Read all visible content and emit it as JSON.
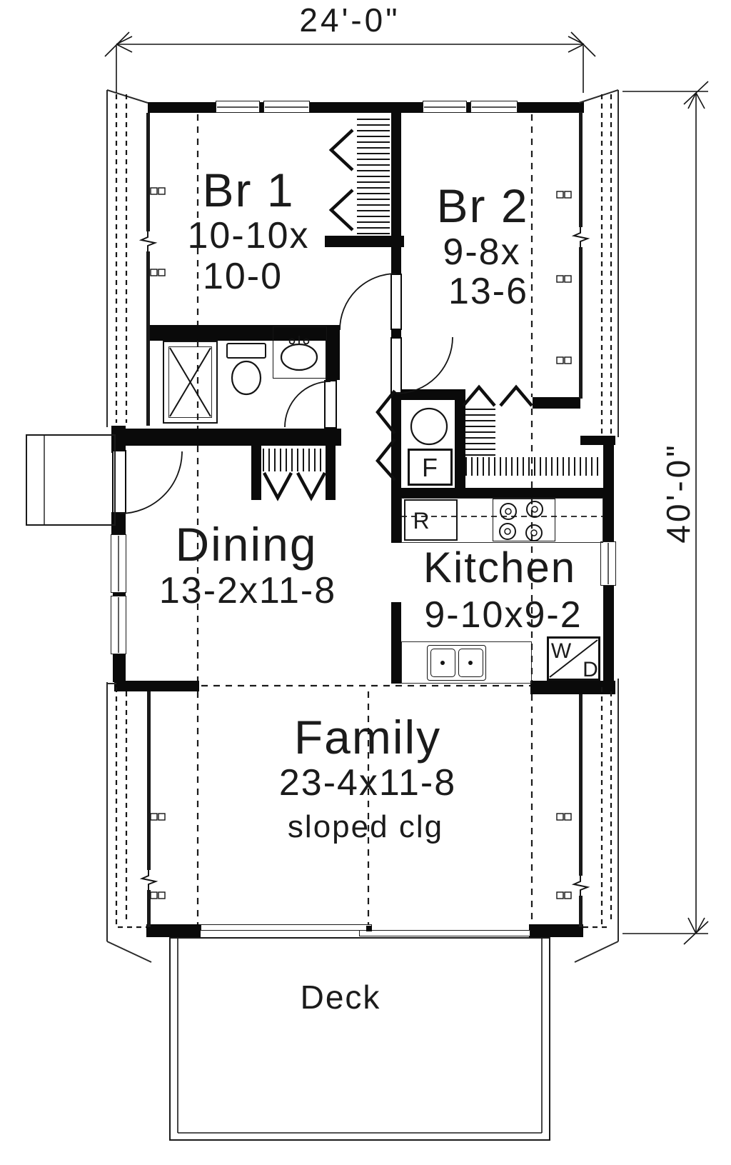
{
  "plan": {
    "title": "floor-plan",
    "dimensions": {
      "width_label": "24'-0\"",
      "height_label": "40'-0\""
    },
    "rooms": {
      "br1": {
        "name": "Br 1",
        "size_line1": "10-10x",
        "size_line2": "10-0"
      },
      "br2": {
        "name": "Br 2",
        "size_line1": "9-8x",
        "size_line2": "13-6"
      },
      "dining": {
        "name": "Dining",
        "size": "13-2x11-8"
      },
      "kitchen": {
        "name": "Kitchen",
        "size": "9-10x9-2"
      },
      "family": {
        "name": "Family",
        "size": "23-4x11-8",
        "note": "sloped clg"
      },
      "deck": {
        "name": "Deck"
      }
    },
    "appliances": {
      "furnace": "F",
      "refrigerator": "R",
      "washer": "W",
      "dryer": "D"
    },
    "colors": {
      "line": "#0a0a0a",
      "background": "#ffffff"
    }
  }
}
